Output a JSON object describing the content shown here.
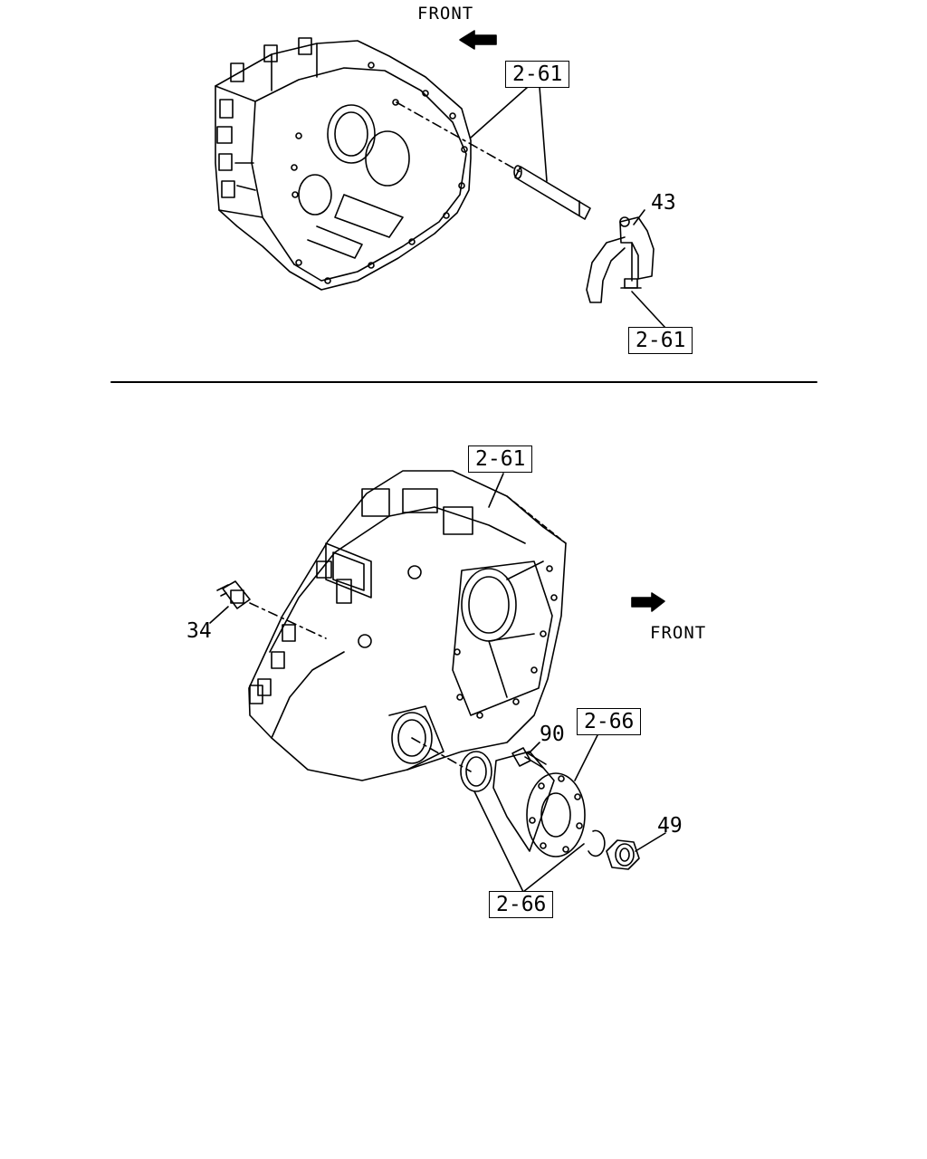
{
  "top_diagram": {
    "front_label": "FRONT",
    "ref_upper": "2-61",
    "ref_lower": "2-61",
    "part_43": "43"
  },
  "bottom_diagram": {
    "ref_top": "2-61",
    "front_label": "FRONT",
    "part_34": "34",
    "part_90": "90",
    "ref_flange": "2-66",
    "part_49": "49",
    "ref_bottom": "2-66"
  }
}
